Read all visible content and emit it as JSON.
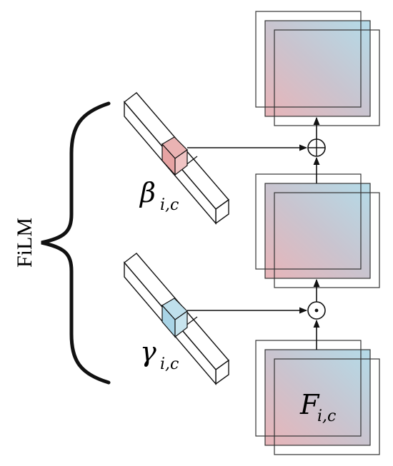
{
  "diagram": {
    "film_label": "FiLM",
    "beta": {
      "symbol": "β",
      "subscript": "i,c"
    },
    "gamma": {
      "symbol": "γ",
      "subscript": "i,c"
    },
    "feature": {
      "symbol": "F",
      "subscript": "i,c"
    },
    "ops": {
      "add": "⊕",
      "multiply": "⊙"
    },
    "colors": {
      "beta_cell": "#e6a3a3",
      "gamma_cell": "#a9d4e6",
      "gradient_pink": "#e8b4b8",
      "gradient_blue": "#b4dbe8",
      "gradient_mid": "#c9c4cf",
      "stroke": "#111111"
    }
  }
}
